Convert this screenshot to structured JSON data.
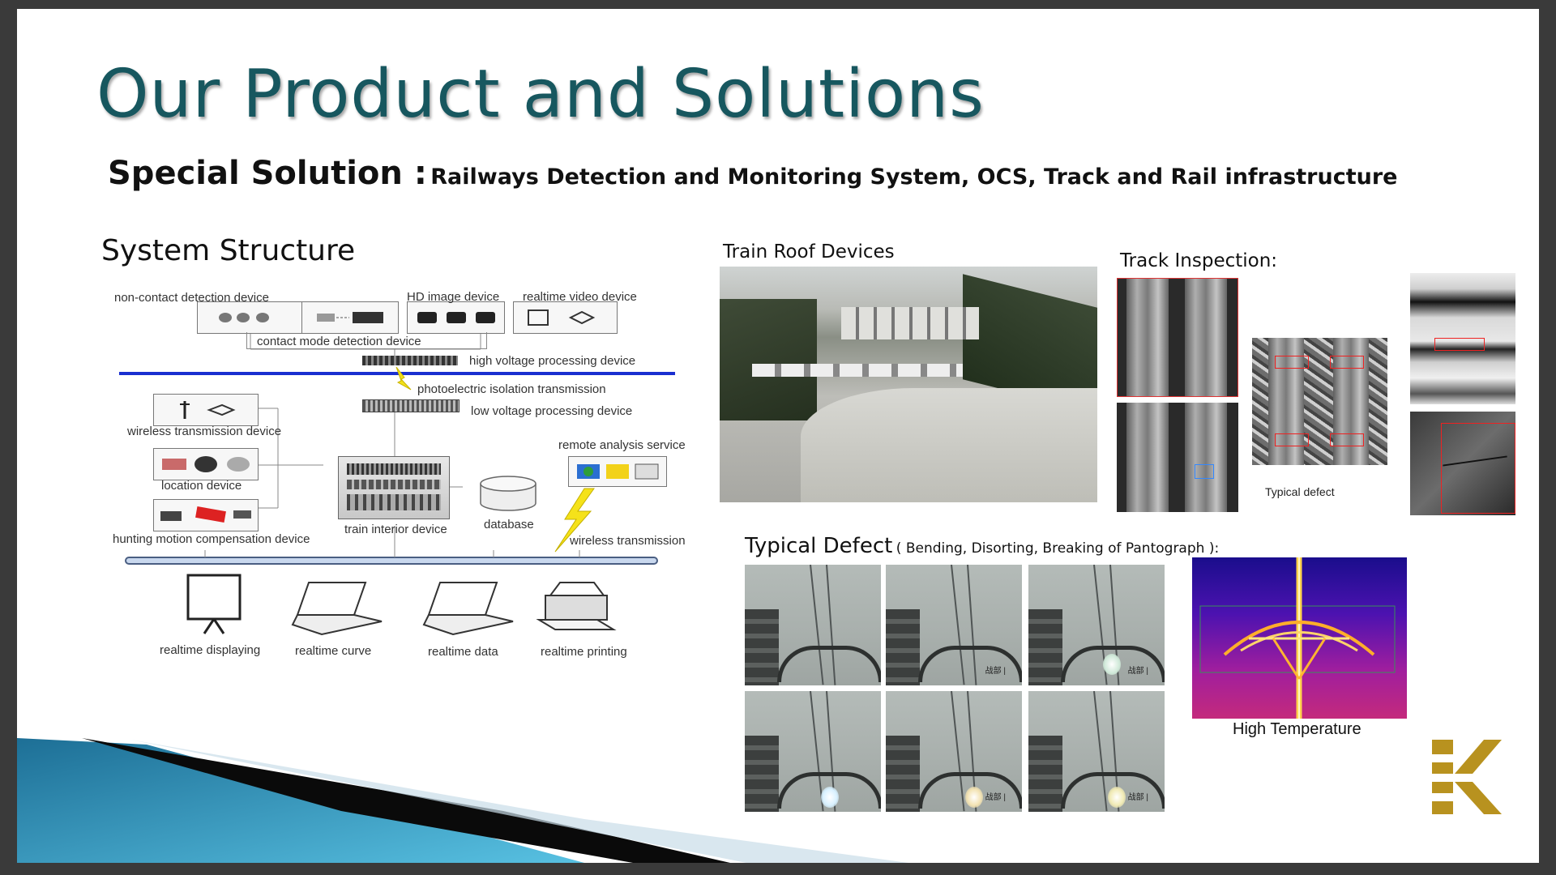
{
  "title": "Our Product and Solutions",
  "subtitle": {
    "main": "Special Solution :",
    "detail": "Railways Detection and Monitoring System, OCS, Track and Rail infrastructure"
  },
  "system_structure": {
    "heading": "System Structure",
    "labels": {
      "non_contact": "non-contact detection device",
      "hd_image": "HD image device",
      "realtime_video": "realtime video device",
      "contact_mode": "contact mode detection device",
      "high_voltage": "high voltage processing device",
      "photoelectric": "photoelectric isolation transmission",
      "low_voltage": "low voltage processing device",
      "wireless_device": "wireless transmission device",
      "remote_analysis": "remote analysis service",
      "location": "location device",
      "hunting": "hunting motion compensation device",
      "train_interior": "train interior device",
      "database": "database",
      "wireless_transmission": "wireless transmission",
      "realtime_displaying": "realtime displaying",
      "realtime_curve": "realtime curve",
      "realtime_data": "realtime data",
      "realtime_printing": "realtime printing"
    }
  },
  "train_roof": {
    "heading": "Train Roof Devices"
  },
  "track_inspection": {
    "heading": "Track Inspection:",
    "typical_defect": "Typical defect"
  },
  "typical_defect": {
    "heading": "Typical Defect",
    "detail": "( Bending, Disorting, Breaking of Pantograph ):",
    "image_tag": "战部 |"
  },
  "thermal": {
    "caption": "High Temperature"
  },
  "logo": {
    "letter": "K",
    "color": "#b8921f"
  },
  "colors": {
    "title": "#17575f",
    "bus_line": "#1a2fd0",
    "accent_blue": "#2aa0c8"
  }
}
